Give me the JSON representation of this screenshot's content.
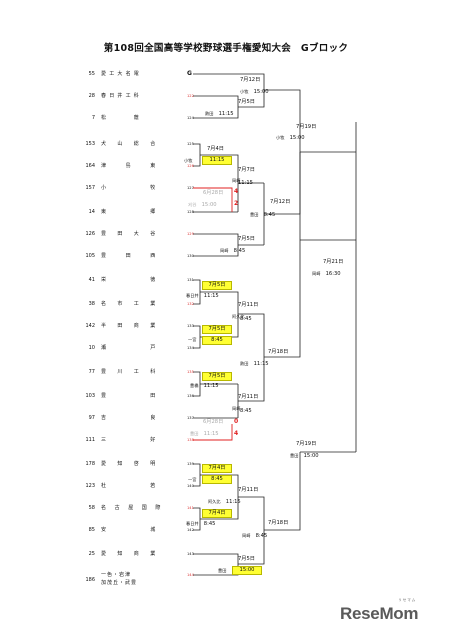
{
  "title": "第108回全国高等学校野球選手権愛知大会　Gブロック",
  "teams": [
    {
      "seed": "55",
      "name": "愛工大名電",
      "num": "G",
      "num_red": false
    },
    {
      "seed": "28",
      "name": "春日井工科",
      "num": "122",
      "num_red": true
    },
    {
      "seed": "7",
      "name": "松　　　蔭",
      "num": "124",
      "num_red": false
    },
    {
      "seed": "153",
      "name": "犬　山　総　合",
      "num": "125",
      "num_red": false
    },
    {
      "seed": "164",
      "name": "津　　島　　東",
      "num": "126",
      "num_red": true
    },
    {
      "seed": "157",
      "name": "小　　　　　牧",
      "num": "127",
      "num_red": false
    },
    {
      "seed": "14",
      "name": "東　　　　　郷",
      "num": "128",
      "num_red": false
    },
    {
      "seed": "126",
      "name": "豊　田　大　谷",
      "num": "129",
      "num_red": true
    },
    {
      "seed": "105",
      "name": "豊　　田　　西",
      "num": "130",
      "num_red": false
    },
    {
      "seed": "41",
      "name": "栄　　　　　徳",
      "num": "131",
      "num_red": false
    },
    {
      "seed": "38",
      "name": "名　市　工　業",
      "num": "132",
      "num_red": true
    },
    {
      "seed": "142",
      "name": "半　田　商　業",
      "num": "133",
      "num_red": false
    },
    {
      "seed": "10",
      "name": "瀬　　　　　戸",
      "num": "134",
      "num_red": false
    },
    {
      "seed": "77",
      "name": "豊　川　工　科",
      "num": "135",
      "num_red": true
    },
    {
      "seed": "103",
      "name": "豊　　　　　田",
      "num": "136",
      "num_red": false
    },
    {
      "seed": "97",
      "name": "吉　　　　　良",
      "num": "137",
      "num_red": false
    },
    {
      "seed": "111",
      "name": "三　　　　　好",
      "num": "138",
      "num_red": true
    },
    {
      "seed": "178",
      "name": "愛　知　啓　明",
      "num": "139",
      "num_red": false
    },
    {
      "seed": "123",
      "name": "杜　　　　　若",
      "num": "140",
      "num_red": false
    },
    {
      "seed": "58",
      "name": "名　古　屋　国　際",
      "num": "141",
      "num_red": true
    },
    {
      "seed": "85",
      "name": "安　　　　　城",
      "num": "142",
      "num_red": false
    },
    {
      "seed": "25",
      "name": "愛　知　商　業",
      "num": "143",
      "num_red": false
    },
    {
      "seed": "186",
      "name": "一色・岩津",
      "sub": "加茂丘・武豊",
      "num": "144",
      "num_red": true
    }
  ],
  "games": [
    {
      "date": "7月12日",
      "venue": "小牧",
      "time": "15:00"
    },
    {
      "date": "7月5日",
      "venue": "熱田",
      "time": "11:15"
    },
    {
      "date": "7月19日",
      "venue": "小牧",
      "time": "15:00"
    },
    {
      "date": "7月4日",
      "venue": "小牧",
      "time": "11:15"
    },
    {
      "date": "7月7日",
      "venue": "岡崎",
      "time": "11:15"
    },
    {
      "date": "6月28日",
      "venue": "刈谷",
      "time": "15:00"
    },
    {
      "date": "7月12日",
      "venue": "豊田",
      "time": "8:45"
    },
    {
      "date": "7月5日",
      "venue": "岡崎",
      "time": "8:45"
    },
    {
      "date": "7月21日",
      "venue": "岡崎",
      "time": "16:30"
    },
    {
      "date": "7月5日",
      "venue": "春日井",
      "time": "11:15"
    },
    {
      "date": "7月11日",
      "venue": "阿久比",
      "time": "8:45"
    },
    {
      "date": "7月5日",
      "venue": "一宮",
      "time": "8:45"
    },
    {
      "date": "7月18日",
      "venue": "熱田",
      "time": "11:15"
    },
    {
      "date": "7月5日",
      "venue": "豊橋",
      "time": "11:15"
    },
    {
      "date": "7月11日",
      "venue": "岡崎",
      "time": "8:45"
    },
    {
      "date": "6月28日",
      "venue": "豊田",
      "time": "11:15"
    },
    {
      "date": "7月19日",
      "venue": "豊田",
      "time": "15:00"
    },
    {
      "date": "7月4日",
      "venue": "一宮",
      "time": "8:45"
    },
    {
      "date": "7月11日",
      "venue": "阿久比",
      "time": "11:15"
    },
    {
      "date": "7月4日",
      "venue": "春日井",
      "time": "8:45"
    },
    {
      "date": "7月18日",
      "venue": "岡崎",
      "time": "8:45"
    },
    {
      "date": "7月5日",
      "venue": "豊田",
      "time": "15:00"
    }
  ],
  "scores": [
    {
      "value": "4",
      "color": "#e02020"
    },
    {
      "value": "2",
      "color": "#e02020"
    },
    {
      "value": "0",
      "color": "#e02020"
    },
    {
      "value": "4",
      "color": "#e02020"
    }
  ],
  "logo": {
    "text": "ReseMom",
    "kana": "リセマム"
  }
}
